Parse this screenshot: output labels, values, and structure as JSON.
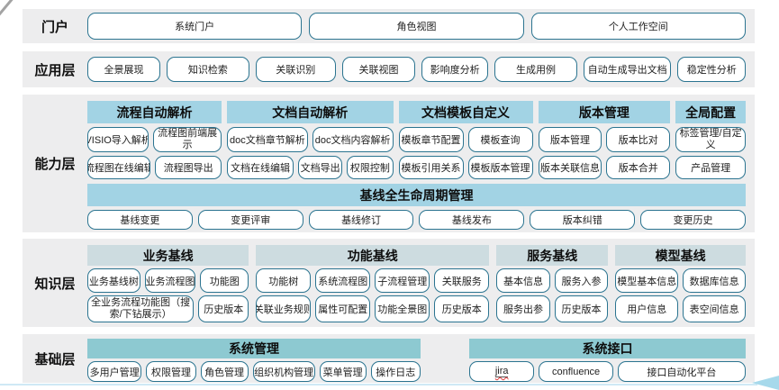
{
  "colors": {
    "band_bg": "#ededee",
    "capability_header": "#a2d3e4",
    "knowledge_header": "#cddce0",
    "base_header": "#8dc9d1",
    "button_border": "#2b7490",
    "accent_line": "#cfe9f5",
    "arrow": "#a6d9eb",
    "spellcheck_underline": "#e03b3b"
  },
  "portal": {
    "label": "门户",
    "items": [
      "系统门户",
      "角色视图",
      "个人工作空间"
    ]
  },
  "application": {
    "label": "应用层",
    "items": [
      "全景展现",
      "知识检索",
      "关联识别",
      "关联视图",
      "影响度分析",
      "生成用例",
      "自动生成导出文档",
      "稳定性分析"
    ]
  },
  "capability": {
    "label": "能力层",
    "groups": [
      {
        "title": "流程自动解析",
        "row1": [
          "VISIO导入解析",
          "流程图前端展示"
        ],
        "row2": [
          "流程图在线编辑",
          "流程图导出"
        ]
      },
      {
        "title": "文档自动解析",
        "row1": [
          "doc文档章节解析",
          "doc文档内容解析"
        ],
        "row2": [
          "文档在线编辑",
          "文档导出",
          "权限控制"
        ]
      },
      {
        "title": "文档模板自定义",
        "row1": [
          "模板章节配置",
          "模板查询"
        ],
        "row2": [
          "模板引用关系",
          "模板版本管理"
        ]
      },
      {
        "title": "版本管理",
        "row1": [
          "版本管理",
          "版本比对"
        ],
        "row2": [
          "版本关联信息",
          "版本合并"
        ]
      },
      {
        "title": "全局配置",
        "row1": [
          "标签管理/自定义"
        ],
        "row2": [
          "产品管理"
        ]
      }
    ],
    "baseline": {
      "title": "基线全生命周期管理",
      "items": [
        "基线变更",
        "变更评审",
        "基线修订",
        "基线发布",
        "版本纠错",
        "变更历史"
      ]
    }
  },
  "knowledge": {
    "label": "知识层",
    "groups": [
      {
        "title": "业务基线",
        "row1": [
          "业务基线树",
          "业务流程图",
          "功能图"
        ],
        "row2": [
          "全业务流程功能图（搜索/下钻展示）",
          "历史版本"
        ]
      },
      {
        "title": "功能基线",
        "row1": [
          "功能树",
          "系统流程图",
          "子流程管理",
          "关联服务"
        ],
        "row2": [
          "关联业务规则",
          "属性可配置",
          "功能全景图",
          "历史版本"
        ]
      },
      {
        "title": "服务基线",
        "row1": [
          "基本信息",
          "服务入参"
        ],
        "row2": [
          "服务出参",
          "历史版本"
        ]
      },
      {
        "title": "模型基线",
        "row1": [
          "模型基本信息",
          "数据库信息"
        ],
        "row2": [
          "用户信息",
          "表空间信息"
        ]
      }
    ]
  },
  "base": {
    "label": "基础层",
    "groups": [
      {
        "title": "系统管理",
        "items": [
          "多用户管理",
          "权限管理",
          "角色管理",
          "组织机构管理",
          "菜单管理",
          "操作日志"
        ]
      },
      {
        "title": "系统接口",
        "items": [
          "jira",
          "confluence",
          "接口自动化平台"
        ]
      }
    ]
  }
}
